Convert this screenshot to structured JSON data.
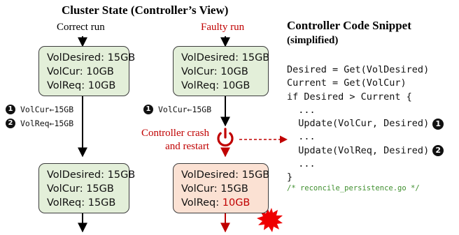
{
  "cluster_state": {
    "title": "Cluster State (Controller’s View)",
    "correct_run": {
      "label": "Correct run",
      "before": [
        "VolDesired: 15GB",
        "VolCur: 10GB",
        "VolReq: 10GB"
      ],
      "steps": [
        {
          "badge": "1",
          "text": "VolCur←15GB"
        },
        {
          "badge": "2",
          "text": "VolReq←15GB"
        }
      ],
      "after": [
        "VolDesired: 15GB",
        "VolCur: 15GB",
        "VolReq: 15GB"
      ]
    },
    "faulty_run": {
      "label": "Faulty run",
      "before": [
        "VolDesired: 15GB",
        "VolCur: 10GB",
        "VolReq: 10GB"
      ],
      "steps": [
        {
          "badge": "1",
          "text": "VolCur←15GB"
        }
      ],
      "crash_label_line1": "Controller crash",
      "crash_label_line2": "and restart",
      "after": [
        "VolDesired: 15GB",
        "VolCur: 15GB"
      ],
      "after_last_key": "VolReq: ",
      "after_last_value": "10GB"
    }
  },
  "code_snippet": {
    "title": "Controller Code Snippet",
    "subtitle": "(simplified)",
    "lines": [
      "Desired = Get(VolDesired)",
      "Current = Get(VolCur)",
      "if Desired > Current {",
      "  ...",
      "  Update(VolCur, Desired)",
      "  ...",
      "  Update(VolReq, Desired)",
      "  ...",
      "}"
    ],
    "line_badges": {
      "4": "1",
      "6": "2"
    },
    "comment": "/* reconcile_persistence.go */"
  },
  "colors": {
    "correct_box": "#e3efd9",
    "faulty_after_box": "#fbe1d3",
    "crash_red": "#c00000",
    "comment_green": "#3f8f2e"
  },
  "icons": {
    "crash": "power-icon",
    "burst": "explosion-icon"
  }
}
